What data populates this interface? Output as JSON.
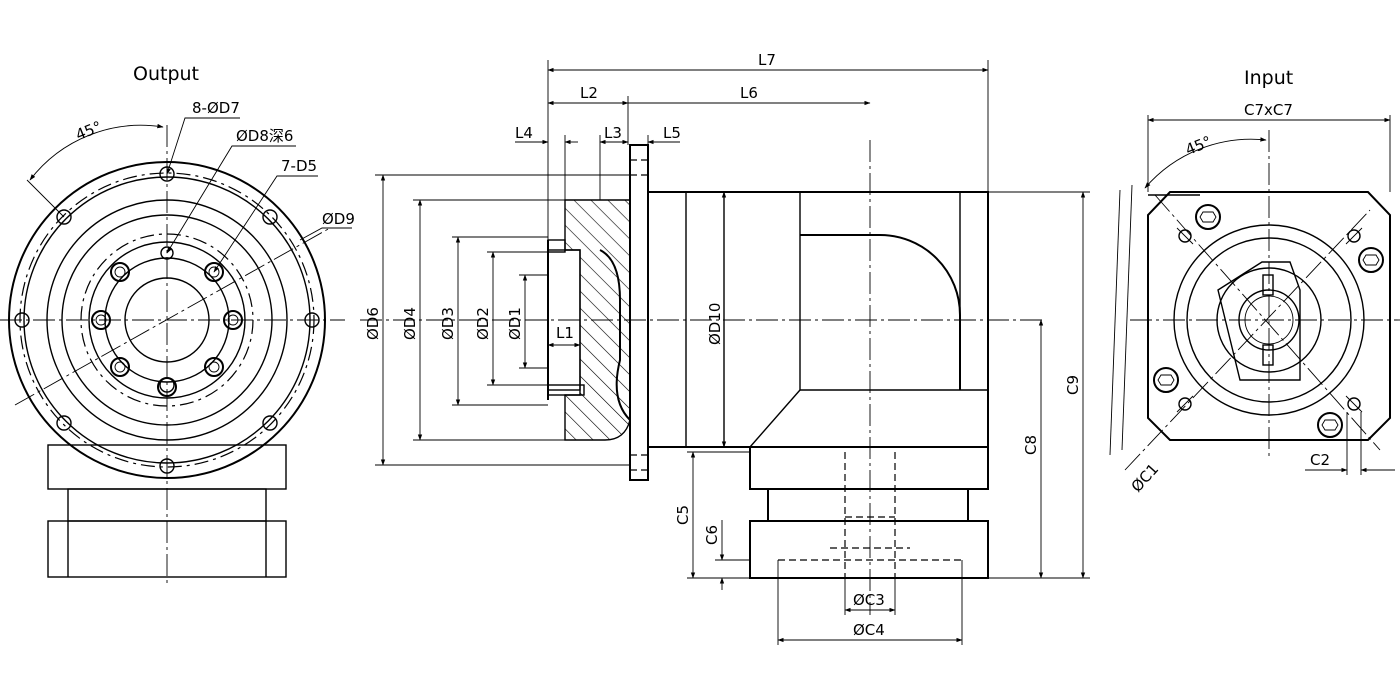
{
  "views": {
    "output": {
      "title": "Output",
      "labels": {
        "angle": "45°",
        "d7": "8-ØD7",
        "d8": "ØD8深6",
        "d5": "7-D5",
        "d9": "ØD9"
      }
    },
    "input": {
      "title": "Input",
      "labels": {
        "c7": "C7xC7",
        "angle": "45°",
        "c1": "ØC1",
        "c2": "C2"
      }
    }
  },
  "side_view": {
    "labels": {
      "l7": "L7",
      "l2": "L2",
      "l6": "L6",
      "l4": "L4",
      "l3": "L3",
      "l5": "L5",
      "l1": "L1",
      "d6": "ØD6",
      "d4": "ØD4",
      "d3": "ØD3",
      "d2": "ØD2",
      "d1": "ØD1",
      "d10": "ØD10",
      "c9": "C9",
      "c8": "C8",
      "c5": "C5",
      "c6": "C6",
      "c3": "ØC3",
      "c4": "ØC4"
    }
  }
}
